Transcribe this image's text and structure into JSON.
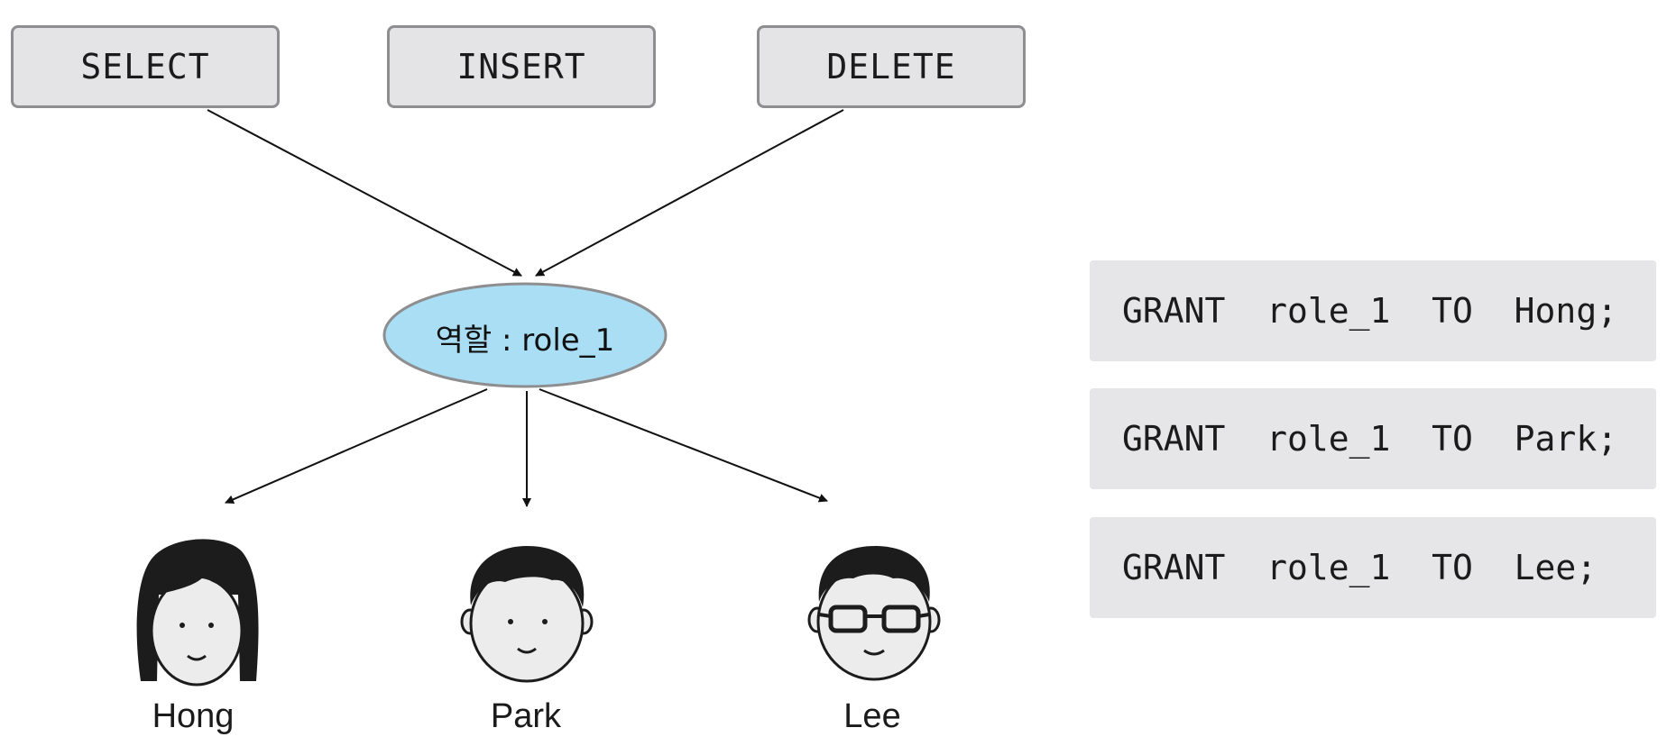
{
  "privileges": [
    {
      "label": "SELECT"
    },
    {
      "label": "INSERT"
    },
    {
      "label": "DELETE"
    }
  ],
  "role": {
    "label": "역할 : role_1",
    "fill": "#a9def4"
  },
  "users": [
    {
      "name": "Hong"
    },
    {
      "name": "Park"
    },
    {
      "name": "Lee"
    }
  ],
  "grants": [
    {
      "text": "GRANT  role_1  TO  Hong;"
    },
    {
      "text": "GRANT  role_1  TO  Park;"
    },
    {
      "text": "GRANT  role_1  TO  Lee;"
    }
  ],
  "colors": {
    "box_bg": "#e4e4e6",
    "box_border": "#8e8e90",
    "grant_bg": "#e6e6e8",
    "arrow": "#111111"
  }
}
